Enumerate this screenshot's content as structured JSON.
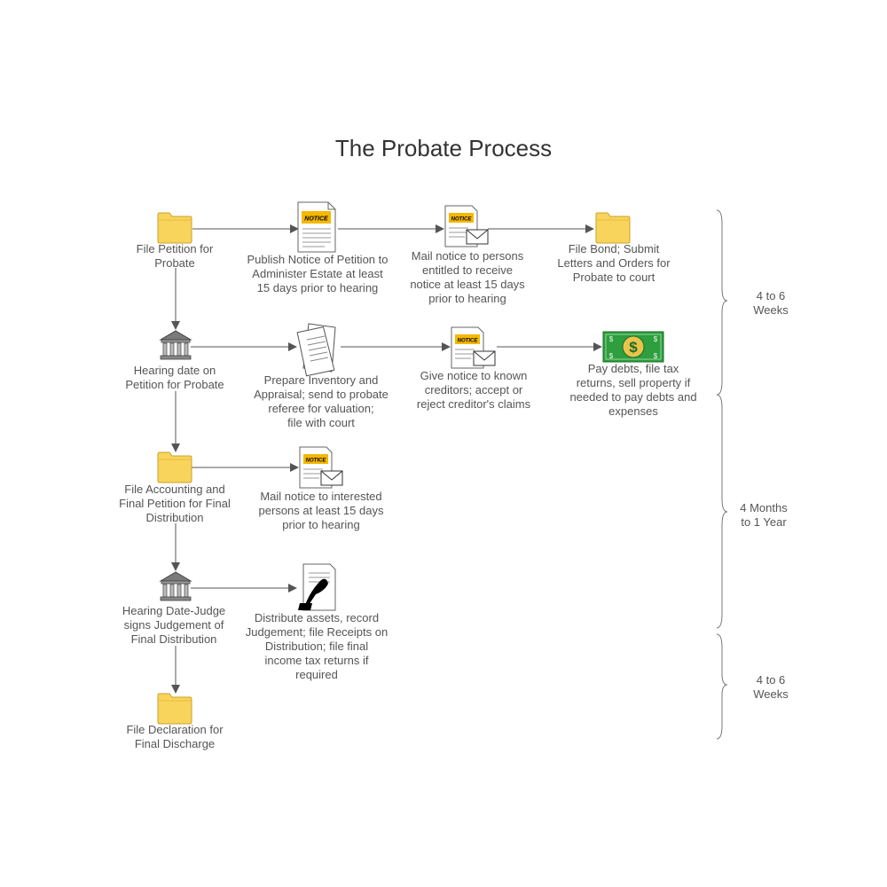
{
  "title": "The Probate Process",
  "colors": {
    "folder_fill": "#f9d45c",
    "folder_stroke": "#c9a227",
    "notice_badge": "#f5b800",
    "money_green": "#2e9e3e",
    "arrow": "#555555",
    "text": "#555555"
  },
  "steps": {
    "file_petition": "File Petition for\nProbate",
    "publish_notice": "Publish Notice of Petition to\nAdminister Estate at least\n15 days  prior to hearing",
    "mail_notice_persons": "Mail notice to persons\nentitled to receive\nnotice at least 15 days\nprior to hearing",
    "file_bond": "File Bond; Submit\nLetters and Orders for\nProbate to court",
    "hearing_date": "Hearing date on\nPetition for Probate",
    "prepare_inventory": "Prepare Inventory and\nAppraisal; send to probate\nreferee for valuation;\nfile with court",
    "give_notice_creditors": "Give notice to known\ncreditors; accept or\nreject creditor's claims",
    "pay_debts": "Pay debts, file tax\nreturns, sell property if\nneeded to pay debts and\nexpenses",
    "file_accounting": "File Accounting and\nFinal Petition for Final\nDistribution",
    "mail_notice_interested": "Mail notice to interested\npersons at least 15 days\nprior to hearing",
    "hearing_judge": "Hearing Date-Judge\nsigns Judgement of\nFinal Distribution",
    "distribute_assets": "Distribute assets, record\nJudgement; file Receipts on\nDistribution; file final\nincome tax returns if\nrequired",
    "file_declaration": "File Declaration for\nFinal Discharge"
  },
  "icon_text": {
    "notice": "NOTICE",
    "dollar": "$"
  },
  "timeline": {
    "phase1": "4 to 6\nWeeks",
    "phase2": "4 Months\nto 1 Year",
    "phase3": "4 to 6\nWeeks"
  }
}
